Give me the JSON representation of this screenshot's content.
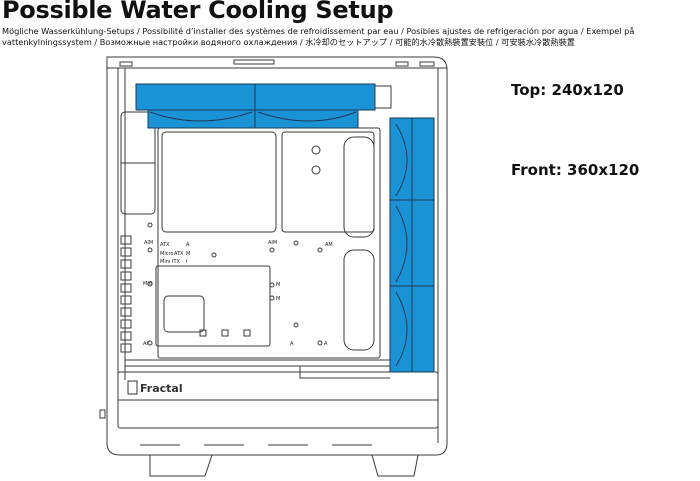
{
  "title": "Possible Water Cooling Setup",
  "subtitle": "Mögliche Wasserkühlung-Setups  / Possibilité d’installer des systèmes de refroidissement par eau / Posibles ajustes de refrigeración por agua / Exempel på vattenkylningssystem / Возможные настройки водяного охлаждения / 水冷却のセットアップ / 可能的水冷散熱裝置安裝位 / 可安裝水冷散熱裝置",
  "callouts": {
    "top": "Top: 240x120",
    "front": "Front: 360x120"
  },
  "board_labels": {
    "row1": [
      "ATX",
      "A"
    ],
    "row2": [
      "Micro",
      "ATX",
      "M"
    ],
    "row3": [
      "Mini",
      "ITX",
      "I"
    ],
    "aim_left": "AIM",
    "aim_right": "AIM",
    "am": "AM",
    "mio": "MIO",
    "m1": "M",
    "m2": "M",
    "ai": "AI",
    "a_mid": "A",
    "a_right": "A"
  },
  "brand": "Fractal",
  "colors": {
    "radiator": "#1a93d6",
    "outline": "#3a3a3a"
  }
}
